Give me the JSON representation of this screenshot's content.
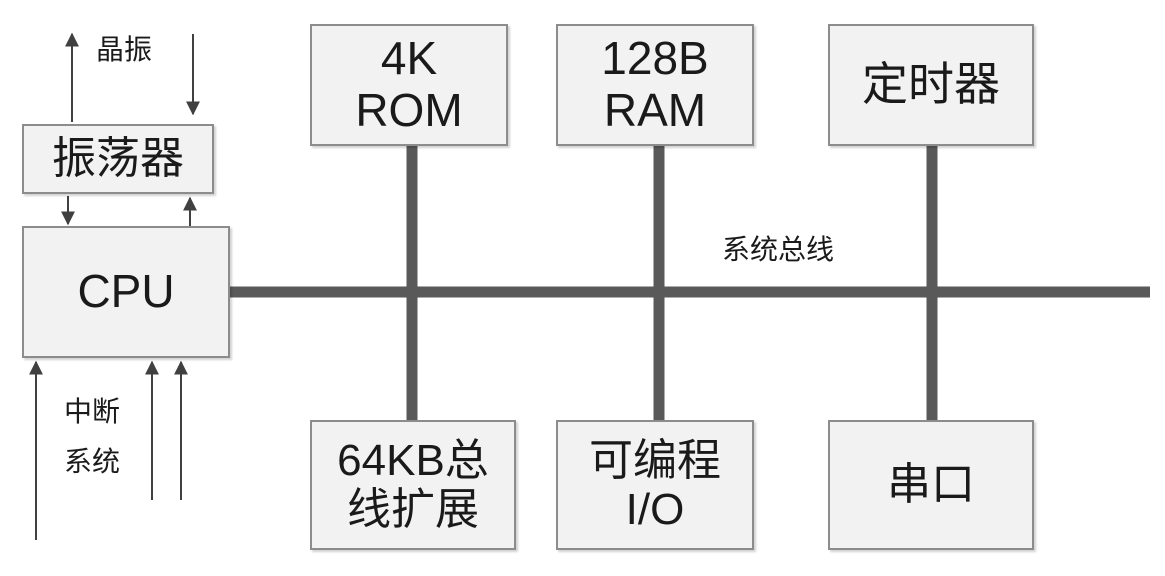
{
  "colors": {
    "bus": "#595959",
    "box_fill": "#f2f2f2",
    "box_border": "#8c8c8c",
    "arrow": "#404040"
  },
  "labels": {
    "crystal": "晶振",
    "bus": "系统总线",
    "interrupt_line1": "中断",
    "interrupt_line2": "系统"
  },
  "blocks": {
    "oscillator": "振荡器",
    "cpu": "CPU",
    "rom": {
      "line1": "4K",
      "line2": "ROM"
    },
    "ram": {
      "line1": "128B",
      "line2": "RAM"
    },
    "timer": "定时器",
    "bus_ext": {
      "line1": "64KB总",
      "line2": "线扩展"
    },
    "pio": {
      "line1": "可编程",
      "line2": "I/O"
    },
    "serial": "串口"
  }
}
